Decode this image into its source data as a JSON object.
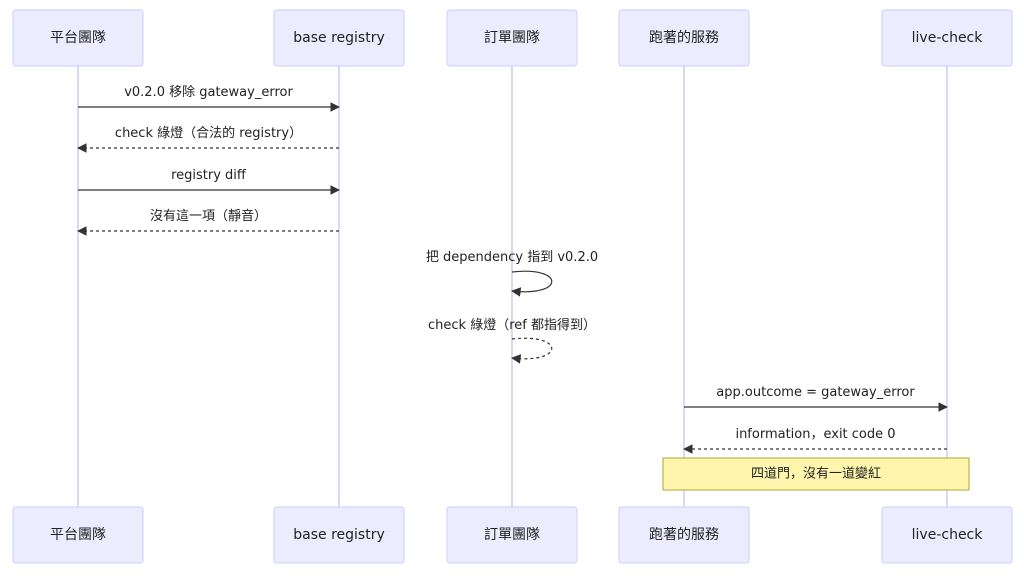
{
  "actors": [
    {
      "id": "platform",
      "label": "平台團隊"
    },
    {
      "id": "registry",
      "label": "base registry"
    },
    {
      "id": "orders",
      "label": "訂單團隊"
    },
    {
      "id": "services",
      "label": "跑著的服務"
    },
    {
      "id": "livecheck",
      "label": "live-check"
    }
  ],
  "messages": [
    {
      "from": "platform",
      "to": "registry",
      "label": "v0.2.0 移除 gateway_error",
      "style": "solid"
    },
    {
      "from": "registry",
      "to": "platform",
      "label": "check 綠燈（合法的 registry）",
      "style": "dashed"
    },
    {
      "from": "platform",
      "to": "registry",
      "label": "registry diff",
      "style": "solid"
    },
    {
      "from": "registry",
      "to": "platform",
      "label": "沒有這一項（靜音）",
      "style": "dashed"
    },
    {
      "from": "orders",
      "to": "orders",
      "label": "把 dependency 指到 v0.2.0",
      "style": "solid"
    },
    {
      "from": "orders",
      "to": "orders",
      "label": "check 綠燈（ref 都指得到）",
      "style": "dashed"
    },
    {
      "from": "services",
      "to": "livecheck",
      "label": "app.outcome = gateway_error",
      "style": "solid"
    },
    {
      "from": "livecheck",
      "to": "services",
      "label": "information，exit code 0",
      "style": "dashed"
    }
  ],
  "note": {
    "over": [
      "services",
      "livecheck"
    ],
    "label": "四道門，沒有一道變紅"
  },
  "colors": {
    "actor_fill": "#ECECFF",
    "actor_border": "#CCCCFF",
    "lifeline": "#DAD8F2",
    "line": "#333333",
    "note_fill": "#FFF5AD",
    "note_border": "#AAAA33"
  }
}
